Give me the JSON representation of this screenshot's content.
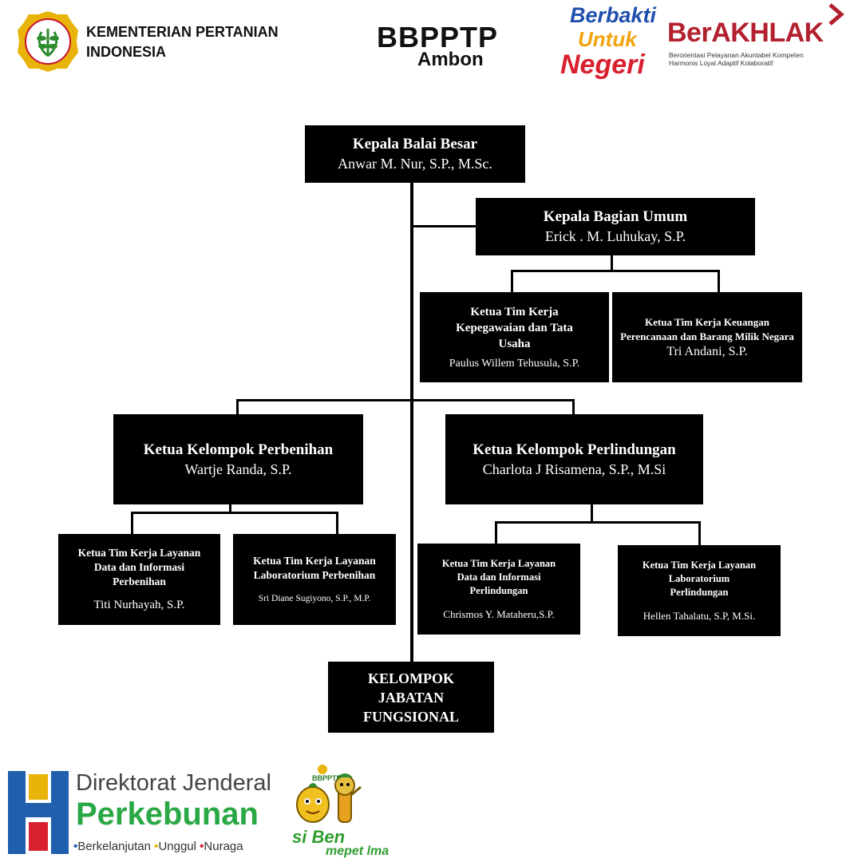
{
  "header": {
    "ministry_line1": "KEMENTERIAN PERTANIAN",
    "ministry_line2": "INDONESIA",
    "institution": "BBPPTP",
    "city": "Ambon",
    "slogan": [
      "Berbakti",
      "Untuk",
      "Negeri"
    ],
    "akhlak_title": "BerAKHLAK",
    "akhlak_line1": "Berorientasi Pelayanan Akuntabel Kompeten",
    "akhlak_line2": "Harmonis Loyal Adaptif Kolaboratif"
  },
  "org": {
    "head": {
      "title": "Kepala Balai Besar",
      "name": "Anwar M. Nur, S.P., M.Sc."
    },
    "general": {
      "title": "Kepala Bagian Umum",
      "name": "Erick . M. Luhukay, S.P."
    },
    "team_hr": {
      "title": "Ketua Tim Kerja Kepegawaian dan Tata Usaha",
      "name": "Paulus Willem Tehusula, S.P."
    },
    "team_finance": {
      "title": "Ketua Tim Kerja Keuangan Perencanaan dan Barang Milik Negara",
      "name": "Tri Andani, S.P."
    },
    "group_seed": {
      "title": "Ketua Kelompok Perbenihan",
      "name": "Wartje Randa, S.P."
    },
    "group_protect": {
      "title": "Ketua Kelompok Perlindungan",
      "name": "Charlota J Risamena, S.P., M.Si"
    },
    "team_seed_data": {
      "title": "Ketua Tim Kerja Layanan Data dan Informasi Perbenihan",
      "name": "Titi Nurhayah, S.P."
    },
    "team_seed_lab": {
      "title": "Ketua Tim Kerja Layanan Laboratorium Perbenihan",
      "name": "Sri Diane Sugiyono, S.P., M.P."
    },
    "team_protect_data": {
      "title": "Ketua Tim Kerja Layanan Data dan Informasi Perlindungan",
      "name": "Chrismos Y. Mataheru,S.P."
    },
    "team_protect_lab": {
      "title": "Ketua Tim Kerja Layanan Laboratorium Perlindungan",
      "name": "Hellen Tahalatu, S.P, M.Si."
    },
    "functional": {
      "title": "KELOMPOK JABATAN FUNGSIONAL"
    }
  },
  "footer": {
    "dirjen_line1": "Direktorat Jenderal",
    "dirjen_line2": "Perkebunan",
    "dirjen_tag": [
      "Berkelanjutan",
      "Unggul",
      "Nuraga"
    ],
    "siben_top": "BBPPTP",
    "siben_line1": "si Ben",
    "siben_line2": "mepet lma"
  },
  "colors": {
    "box": "#000000",
    "akhlak": "#b3202f",
    "perkebunan": "#2aa845",
    "dirjen_blue": "#1f5fae",
    "logo_yellow": "#e8b40a"
  }
}
